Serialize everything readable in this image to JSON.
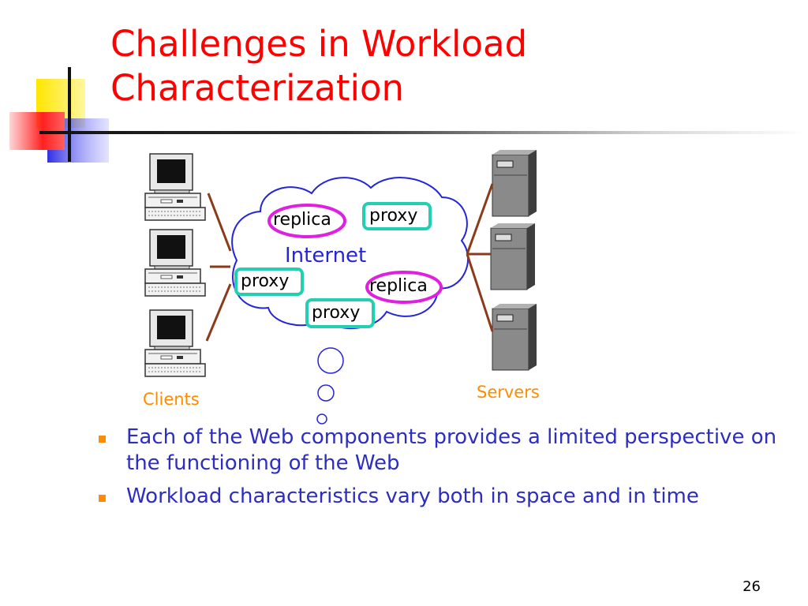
{
  "slide": {
    "title_line1": "Challenges in Workload",
    "title_line2": "Characterization",
    "page_number": "26"
  },
  "diagram": {
    "clients_label": "Clients",
    "servers_label": "Servers",
    "cloud_label": "Internet",
    "nodes": [
      {
        "label": "replica",
        "kind": "replica"
      },
      {
        "label": "proxy",
        "kind": "proxy"
      },
      {
        "label": "proxy",
        "kind": "proxy"
      },
      {
        "label": "replica",
        "kind": "replica"
      },
      {
        "label": "proxy",
        "kind": "proxy"
      }
    ],
    "client_icon": "desktop-computer-icon",
    "server_icon": "server-tower-icon"
  },
  "bullets": [
    "Each of the Web components provides a limited perspective on the functioning of the Web",
    "Workload characteristics vary both in space and in time"
  ],
  "colors": {
    "title": "#ff0000",
    "bullet_text": "#2d2dbf",
    "bullet_marker": "#ff8c00",
    "orange_label": "#ff8c00",
    "replica_border": "#e020e0",
    "proxy_border": "#20d0b0",
    "connector": "#8b3a1a",
    "cloud_stroke": "#2525d8"
  }
}
